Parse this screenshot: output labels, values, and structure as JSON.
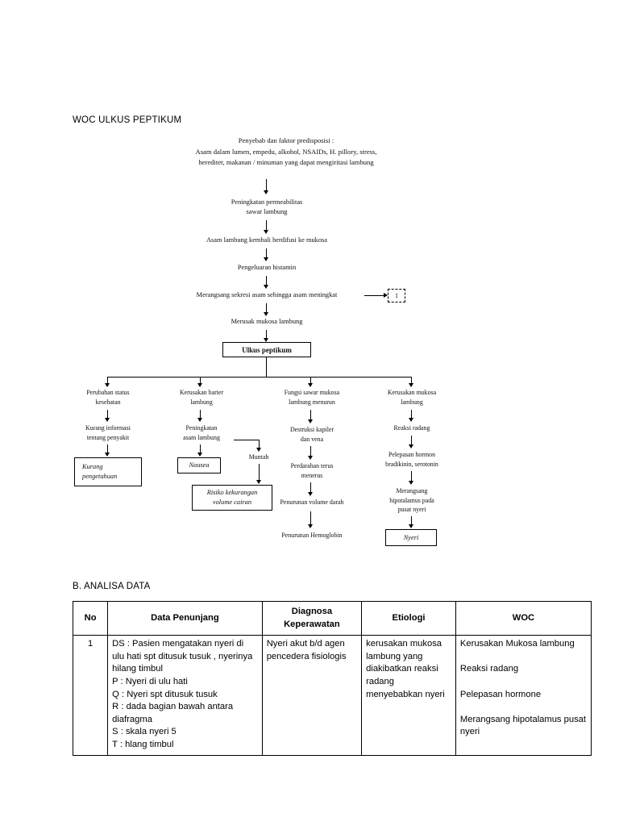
{
  "document": {
    "title": "WOC ULKUS PEPTIKUM",
    "section_b_title": "B. ANALISA DATA"
  },
  "flowchart": {
    "nodes": {
      "cause": "Penyebab  dan faktor predisposisi :\nAsam dalam lumen, empedu, alkohol, NSAIDs, H. pillory, stress,\nherediter, makanan / minuman yang dapat mengiritasi lambung",
      "permeabilitas": "Peningkatan permeabilitas\nsawar lambung",
      "difusi": "Asam lambung kembali berdifusi ke mukosa",
      "histamin": "Pengeluaran histamin",
      "sekresi": "Merangsang sekresi asam sehingga asam meningkat",
      "ref1": "1",
      "merusak": "Merusak mukosa lambung",
      "ulkus": "Ulkus peptikum",
      "b1_1": "Perubahan status\nkesehatan",
      "b1_2": "Kurang informasi\ntentang penyakit",
      "b1_box": "Kurang\npengetahuan",
      "b2_1": "Kerusakan barier\nlambung",
      "b2_2": "Peningkatan\nasam lambung",
      "b2_box": "Nausea",
      "muntah": "Muntah",
      "risiko_box": "Risiko kekurangan\nvolume cairan",
      "b3_1": "Fungsi sawar mukosa\nlambung menurun",
      "b3_2": "Destruksi kapiler\ndan vena",
      "b3_3": "Perdarahan terus\nmenerus",
      "b3_4": "Penurunan volume darah",
      "b3_5": "Penurunan Hemoglobin",
      "b4_1": "Kerusakan mukosa\nlambung",
      "b4_2": "Reaksi radang",
      "b4_3": "Pelepasan hormon\nbradikinin, serotonin",
      "b4_4": "Merangsang\nhipotalamus pada\npusat nyeri",
      "b4_box": "Nyeri"
    }
  },
  "table": {
    "headers": [
      "No",
      "Data Penunjang",
      "Diagnosa\nKeperawatan",
      "Etiologi",
      "WOC"
    ],
    "rows": [
      {
        "no": "1",
        "data_penunjang": "DS : Pasien mengatakan nyeri di ulu hati spt ditusuk tusuk , nyerinya  hilang timbul\nP : Nyeri di ulu hati\nQ : Nyeri spt ditusuk tusuk\nR : dada bagian bawah antara diafragma\nS : skala nyeri 5\nT : hlang timbul",
        "diagnosa": "Nyeri akut b/d agen pencedera fisiologis",
        "etiologi": "kerusakan mukosa lambung yang diakibatkan reaksi radang menyebabkan nyeri",
        "woc": "Kerusakan Mukosa lambung\n\nReaksi radang\n\nPelepasan hormone\n\nMerangsang hipotalamus pusat nyeri"
      }
    ]
  }
}
